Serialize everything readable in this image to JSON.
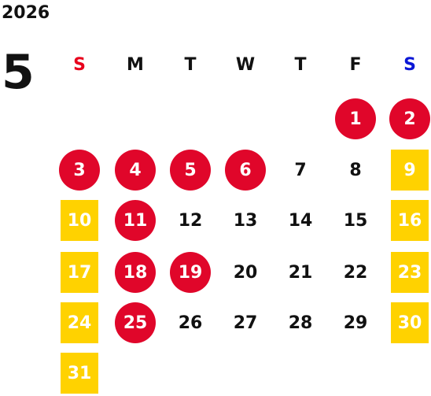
{
  "year": "2026",
  "month": "5",
  "weekdays": [
    "S",
    "M",
    "T",
    "W",
    "T",
    "F",
    "S"
  ],
  "colors": {
    "holiday_circle": "#e0062a",
    "weekend_square": "#ffd200",
    "sunday_text": "#e8001c",
    "saturday_text": "#0b17d6"
  },
  "weeks": [
    [
      {
        "day": "",
        "style": "none"
      },
      {
        "day": "",
        "style": "none"
      },
      {
        "day": "",
        "style": "none"
      },
      {
        "day": "",
        "style": "none"
      },
      {
        "day": "",
        "style": "none"
      },
      {
        "day": "1",
        "style": "red"
      },
      {
        "day": "2",
        "style": "red"
      }
    ],
    [
      {
        "day": "3",
        "style": "red"
      },
      {
        "day": "4",
        "style": "red"
      },
      {
        "day": "5",
        "style": "red"
      },
      {
        "day": "6",
        "style": "red"
      },
      {
        "day": "7",
        "style": "none"
      },
      {
        "day": "8",
        "style": "none"
      },
      {
        "day": "9",
        "style": "yellow"
      }
    ],
    [
      {
        "day": "10",
        "style": "yellow"
      },
      {
        "day": "11",
        "style": "red"
      },
      {
        "day": "12",
        "style": "none"
      },
      {
        "day": "13",
        "style": "none"
      },
      {
        "day": "14",
        "style": "none"
      },
      {
        "day": "15",
        "style": "none"
      },
      {
        "day": "16",
        "style": "yellow"
      }
    ],
    [
      {
        "day": "17",
        "style": "yellow"
      },
      {
        "day": "18",
        "style": "red"
      },
      {
        "day": "19",
        "style": "red"
      },
      {
        "day": "20",
        "style": "none"
      },
      {
        "day": "21",
        "style": "none"
      },
      {
        "day": "22",
        "style": "none"
      },
      {
        "day": "23",
        "style": "yellow"
      }
    ],
    [
      {
        "day": "24",
        "style": "yellow"
      },
      {
        "day": "25",
        "style": "red"
      },
      {
        "day": "26",
        "style": "none"
      },
      {
        "day": "27",
        "style": "none"
      },
      {
        "day": "28",
        "style": "none"
      },
      {
        "day": "29",
        "style": "none"
      },
      {
        "day": "30",
        "style": "yellow"
      }
    ],
    [
      {
        "day": "31",
        "style": "yellow"
      },
      {
        "day": "",
        "style": "none"
      },
      {
        "day": "",
        "style": "none"
      },
      {
        "day": "",
        "style": "none"
      },
      {
        "day": "",
        "style": "none"
      },
      {
        "day": "",
        "style": "none"
      },
      {
        "day": "",
        "style": "none"
      }
    ]
  ]
}
